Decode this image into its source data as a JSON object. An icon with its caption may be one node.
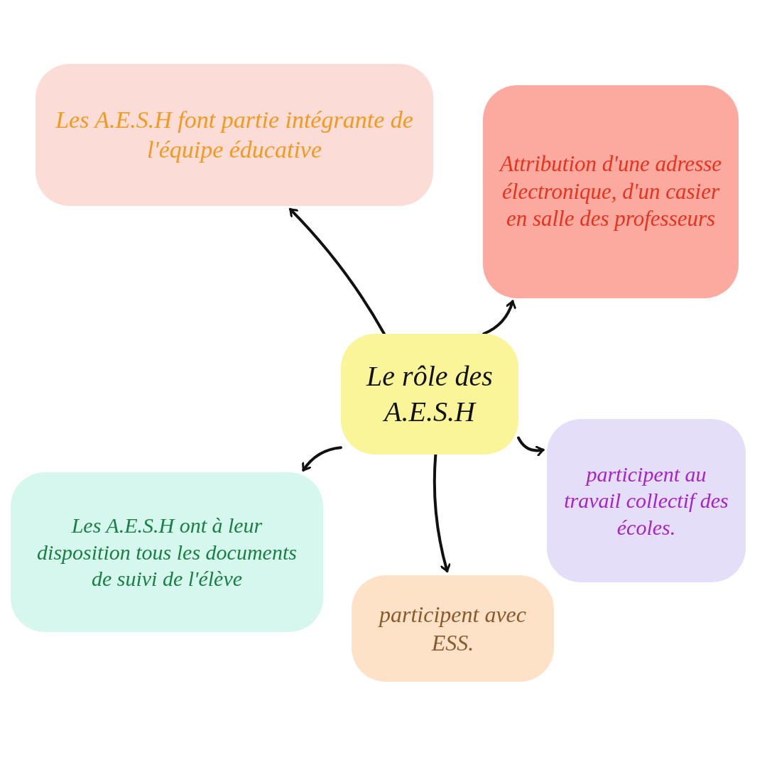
{
  "diagram": {
    "nodes": [
      {
        "text": [
          "Le rôle des A.E.S.H"
        ]
      },
      {
        "text": [
          "Les A.E.S.H font partie intégrante de l'équipe éducative"
        ]
      },
      {
        "text": [
          "Attribution d'une adresse électronique, d'un casier en salle des professeurs"
        ]
      },
      {
        "text": [
          "Les A.E.S.H ont à leur disposition tous les documents de suivi de l'élève"
        ]
      },
      {
        "text": [
          "participent au travail collectif des écoles."
        ]
      },
      {
        "text": [
          "participent avec ESS."
        ]
      }
    ],
    "edges": [
      {
        "from": 0,
        "to": 1,
        "arrow": "to"
      },
      {
        "from": 0,
        "to": 2,
        "arrow": "to"
      },
      {
        "from": 0,
        "to": 3,
        "arrow": "to"
      },
      {
        "from": 0,
        "to": 4,
        "arrow": "to"
      },
      {
        "from": 0,
        "to": 5,
        "arrow": "to"
      }
    ]
  }
}
